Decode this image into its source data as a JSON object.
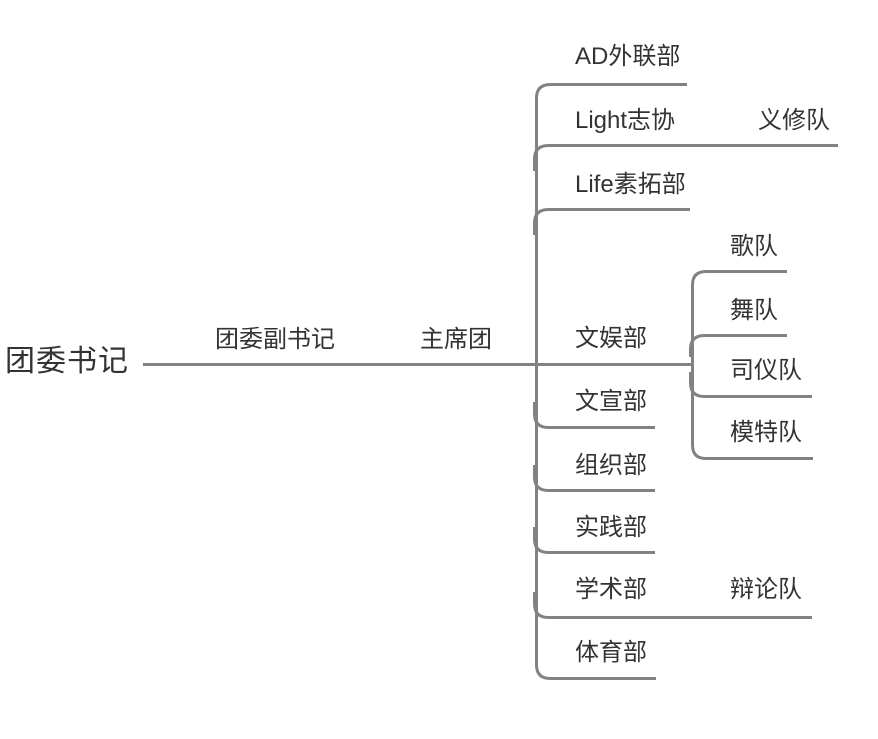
{
  "mindmap": {
    "root": {
      "label": "团委书记"
    },
    "vice": {
      "label": "团委副书记"
    },
    "presidium": {
      "label": "主席团"
    },
    "branches": [
      {
        "label": "AD外联部",
        "children": []
      },
      {
        "label": "Light志协",
        "children": [
          {
            "label": "义修队"
          }
        ]
      },
      {
        "label": "Life素拓部",
        "children": []
      },
      {
        "label": "文娱部",
        "children": [
          {
            "label": "歌队"
          },
          {
            "label": "舞队"
          },
          {
            "label": "司仪队"
          },
          {
            "label": "模特队"
          }
        ]
      },
      {
        "label": "文宣部",
        "children": []
      },
      {
        "label": "组织部",
        "children": []
      },
      {
        "label": "实践部",
        "children": []
      },
      {
        "label": "学术部",
        "children": [
          {
            "label": "辩论队"
          }
        ]
      },
      {
        "label": "体育部",
        "children": []
      }
    ]
  },
  "colors": {
    "line": "#828282",
    "text": "#333333",
    "background": "#ffffff"
  }
}
